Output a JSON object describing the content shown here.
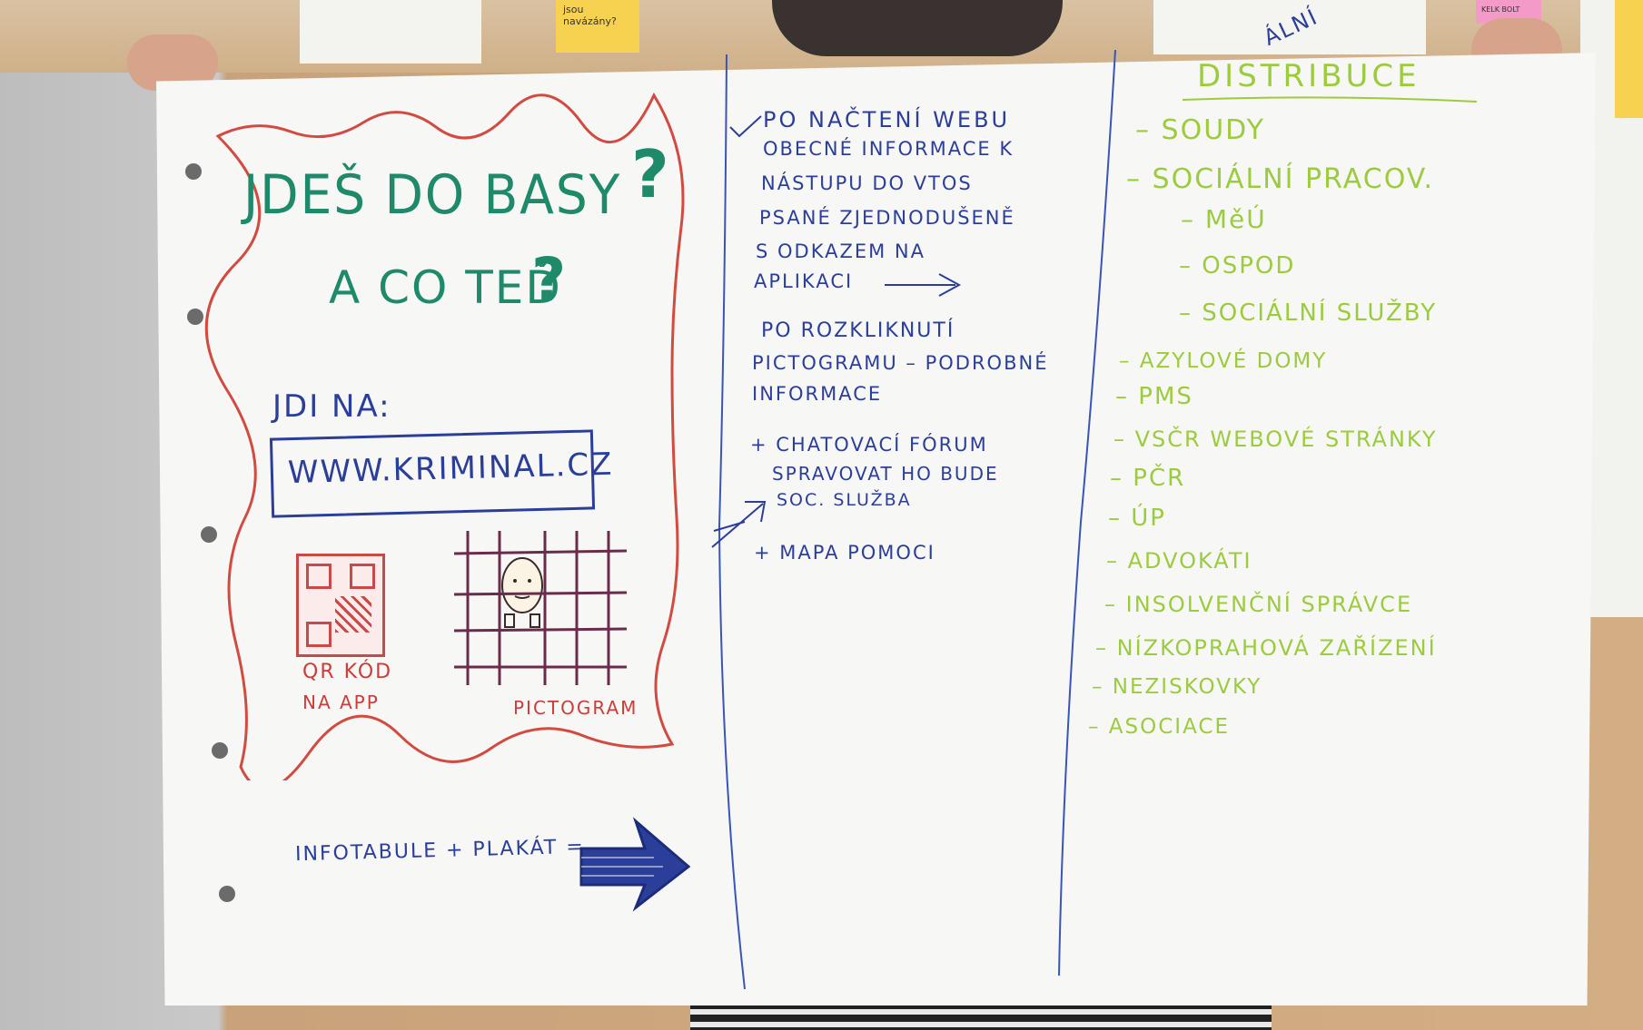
{
  "left_panel": {
    "title_line1": "JDEŠ DO BASY",
    "title_line2": "A CO TEĎ",
    "q1": "?",
    "q2": "?",
    "go_to": "JDI NA:",
    "url": "WWW.KRIMINAL.CZ",
    "qr_label_1": "QR KÓD",
    "qr_label_2": "NA APP",
    "pictogram_label": "PICTOGRAM",
    "infoboard": "INFOTABULE + PLAKÁT ="
  },
  "middle_panel": {
    "lines": [
      "PO NAČTENÍ WEBU",
      "OBECNÉ INFORMACE K",
      "NÁSTUPU DO VTOS",
      "PSANÉ ZJEDNODUŠENĚ",
      "S ODKAZEM NA",
      "APLIKACI",
      "PO ROZKLIKNUTÍ",
      "PICTOGRAMU – PODROBNÉ",
      "INFORMACE",
      "+ CHATOVACÍ FÓRUM",
      "SPRAVOVAT HO BUDE",
      "SOC. SLUŽBA",
      "+ MAPA POMOCI"
    ]
  },
  "right_panel": {
    "heading": "DISTRIBUCE",
    "items": [
      "– SOUDY",
      "– SOCIÁLNÍ PRACOV.",
      "– MěÚ",
      "– OSPOD",
      "– SOCIÁLNÍ SLUŽBY",
      "– AZYLOVÉ DOMY",
      "– PMS",
      "– VSČR WEBOVÉ STRÁNKY",
      "– PČR",
      "– ÚP",
      "– ADVOKÁTI",
      "– INSOLVENČNÍ SPRÁVCE",
      "– NÍZKOPRAHOVÁ ZAŘÍZENÍ",
      "– NEZISKOVKY",
      "– ASOCIACE"
    ]
  },
  "background_notes": {
    "sticky_text": "jsou navázány?",
    "sheet_text": "ÁLNÍ",
    "pink_note": "KELK BOLT"
  },
  "colors": {
    "teal": "#1f8a6a",
    "navy": "#2b3f9a",
    "lime": "#9ccc3e",
    "red": "#cc3d3a",
    "sticky_yellow": "#f7d251"
  }
}
